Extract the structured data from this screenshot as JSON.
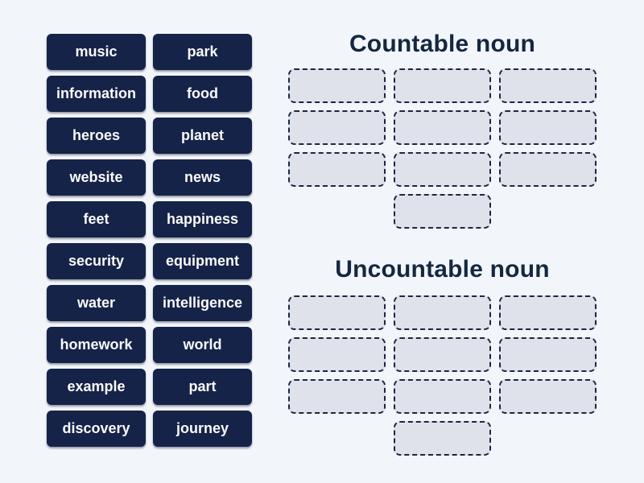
{
  "colors": {
    "background": "#f2f6fb",
    "tile": "#152348",
    "tile_text": "#fafafa",
    "zone_fill": "#dfe2ea",
    "zone_border": "#1b2742",
    "title_text": "#152740"
  },
  "word_bank": {
    "words": [
      "music",
      "park",
      "information",
      "food",
      "heroes",
      "planet",
      "website",
      "news",
      "feet",
      "happiness",
      "security",
      "equipment",
      "water",
      "intelligence",
      "homework",
      "world",
      "example",
      "part",
      "discovery",
      "journey"
    ]
  },
  "categories": [
    {
      "title": "Countable noun",
      "slot_count": 10
    },
    {
      "title": "Uncountable noun",
      "slot_count": 10
    }
  ]
}
